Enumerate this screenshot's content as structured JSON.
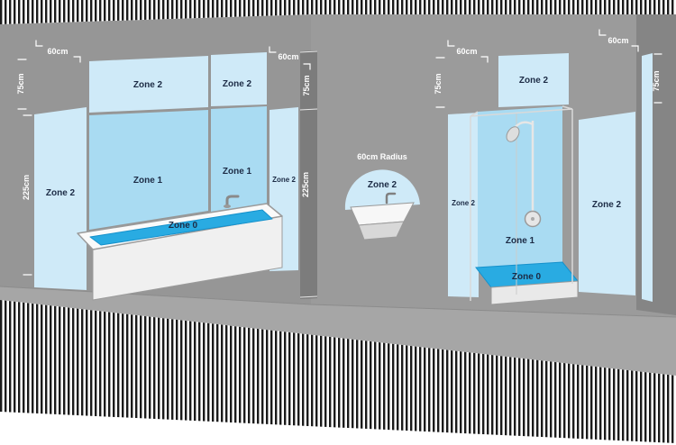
{
  "labels": {
    "zone0": "Zone 0",
    "zone1": "Zone 1",
    "zone2": "Zone 2"
  },
  "measurements": {
    "w60": "60cm",
    "h75": "75cm",
    "h225": "225cm",
    "radius60": "60cm Radius"
  },
  "colors": {
    "zone0": "#29abe2",
    "zone1": "#a9dbf2",
    "zone2": "#cfeaf8",
    "wall_left": "#969696",
    "wall_right": "#9b9b9b",
    "wall_side": "#858585",
    "wall_corner": "#7c7c7c",
    "floor": "#a6a6a6",
    "zone_text": "#1c2b45",
    "measure_text": "#ffffff",
    "hatch": "#1a1a1a"
  }
}
